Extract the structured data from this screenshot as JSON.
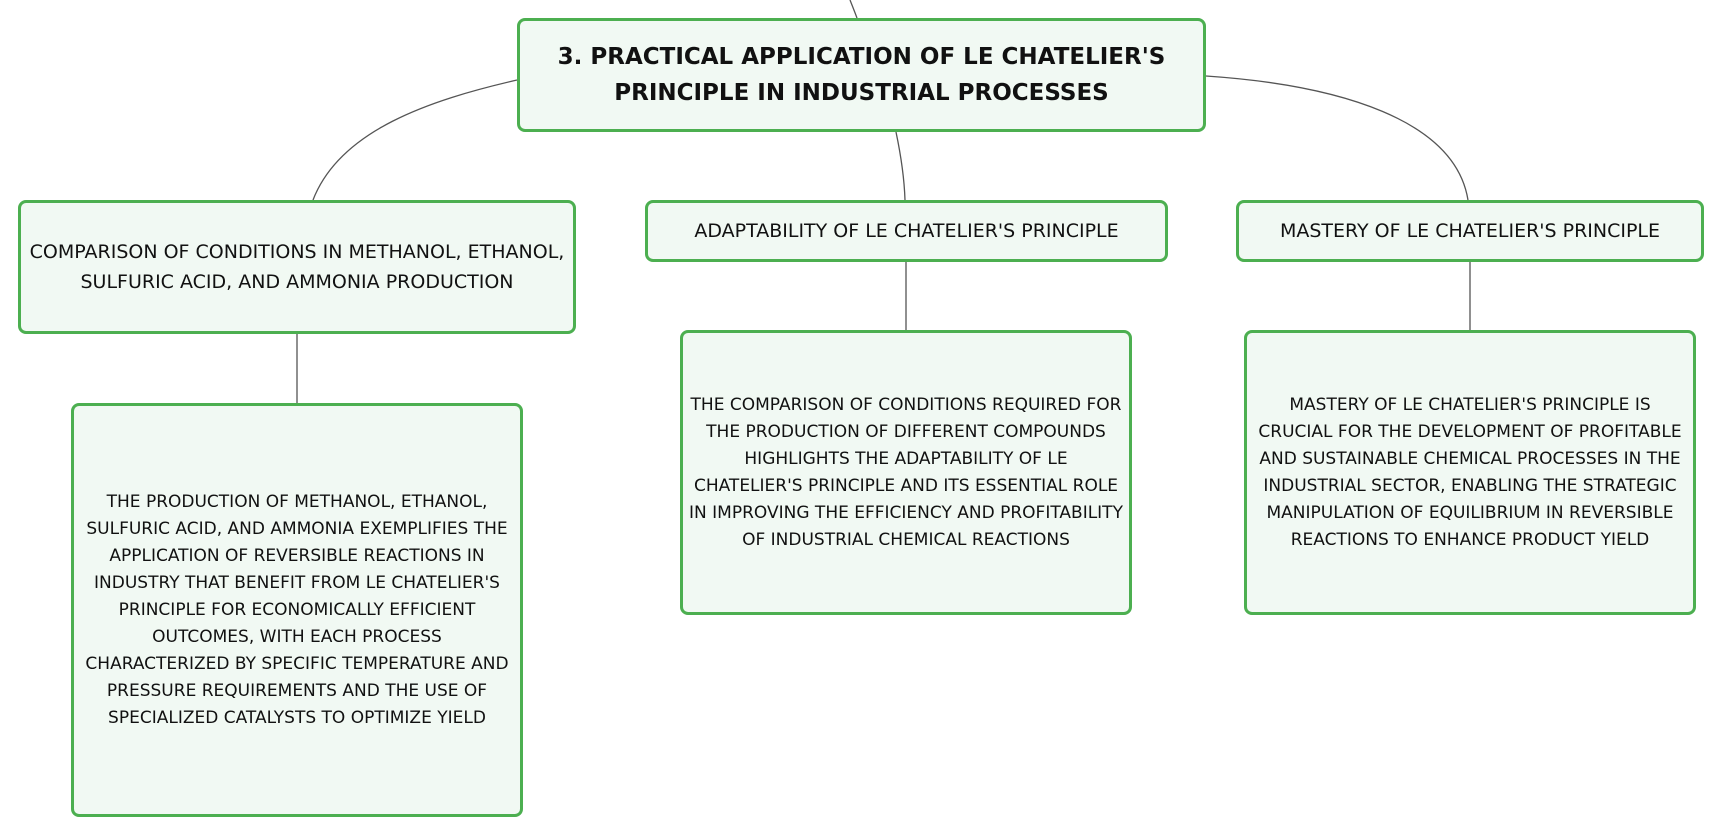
{
  "root": {
    "title": "3. PRACTICAL APPLICATION OF LE CHATELIER'S PRINCIPLE IN INDUSTRIAL PROCESSES"
  },
  "topics": {
    "comparison": "COMPARISON OF CONDITIONS IN METHANOL, ETHANOL, SULFURIC ACID, AND AMMONIA PRODUCTION",
    "adaptability": "ADAPTABILITY OF LE CHATELIER'S PRINCIPLE",
    "mastery": "MASTERY OF LE CHATELIER'S PRINCIPLE"
  },
  "details": {
    "production": "THE PRODUCTION OF METHANOL, ETHANOL, SULFURIC ACID, AND AMMONIA EXEMPLIFIES THE APPLICATION OF REVERSIBLE REACTIONS IN INDUSTRY THAT BENEFIT FROM LE CHATELIER'S PRINCIPLE FOR ECONOMICALLY EFFICIENT OUTCOMES, WITH EACH PROCESS CHARACTERIZED BY SPECIFIC TEMPERATURE AND PRESSURE REQUIREMENTS AND THE USE OF SPECIALIZED CATALYSTS TO OPTIMIZE YIELD",
    "adaptability": "THE COMPARISON OF CONDITIONS REQUIRED FOR THE PRODUCTION OF DIFFERENT COMPOUNDS HIGHLIGHTS THE ADAPTABILITY OF LE CHATELIER'S PRINCIPLE AND ITS ESSENTIAL ROLE IN IMPROVING THE EFFICIENCY AND PROFITABILITY OF INDUSTRIAL CHEMICAL REACTIONS",
    "mastery": "MASTERY OF LE CHATELIER'S PRINCIPLE IS CRUCIAL FOR THE DEVELOPMENT OF PROFITABLE AND SUSTAINABLE CHEMICAL PROCESSES IN THE INDUSTRIAL SECTOR, ENABLING THE STRATEGIC MANIPULATION OF EQUILIBRIUM IN REVERSIBLE REACTIONS TO ENHANCE PRODUCT YIELD"
  },
  "colors": {
    "node_fill": "#f1f9f3",
    "node_border": "#4caf50",
    "connector": "#555555"
  }
}
